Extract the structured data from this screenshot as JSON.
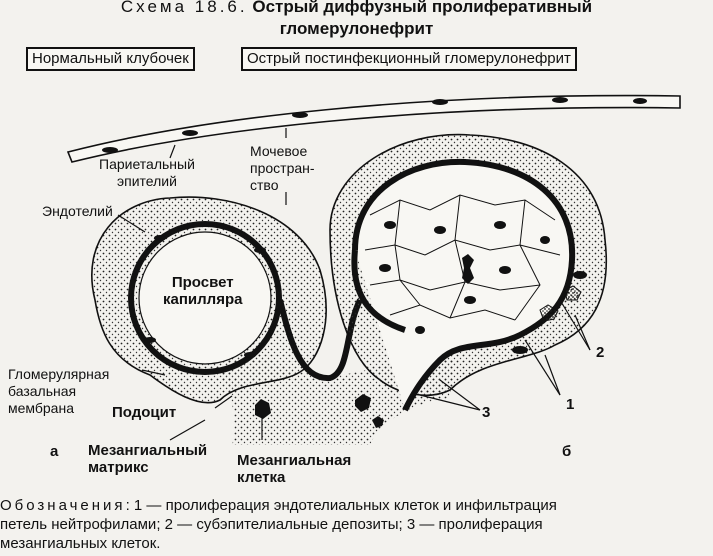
{
  "title": {
    "scheme_number": "Схема 18.6.",
    "line1": "Острый диффузный пролиферативный",
    "line2": "гломерулонефрит"
  },
  "panels": {
    "normal": "Нормальный клубочек",
    "acute": "Острый постинфекционный гломерулонефрит"
  },
  "labels": {
    "parietal_epithelium": [
      "Париетальный",
      "эпителий"
    ],
    "urinary_space": [
      "Мочевое",
      "простран-",
      "ство"
    ],
    "endothelium": "Эндотелий",
    "capillary_lumen": [
      "Просвет",
      "капилляра"
    ],
    "gbm": [
      "Гломерулярная",
      "базальная",
      "мембрана"
    ],
    "podocyte": "Подоцит",
    "mesangial_matrix": [
      "Мезангиальный",
      "матрикс"
    ],
    "mesangial_cell": [
      "Мезангиальная",
      "клетка"
    ],
    "panel_a": "а",
    "panel_b": "б",
    "num1": "1",
    "num2": "2",
    "num3": "3"
  },
  "legend": {
    "heading": "Обозначения",
    "line1_rest": ": 1 — пролиферация эндотелиальных клеток и инфильтрация",
    "line2": "петель нейтрофилами; 2 — субэпителиальные депозиты; 3 — пролиферация",
    "line3": "мезангиальных клеток."
  },
  "colors": {
    "ink": "#111111",
    "paper": "#f3f2ee"
  }
}
